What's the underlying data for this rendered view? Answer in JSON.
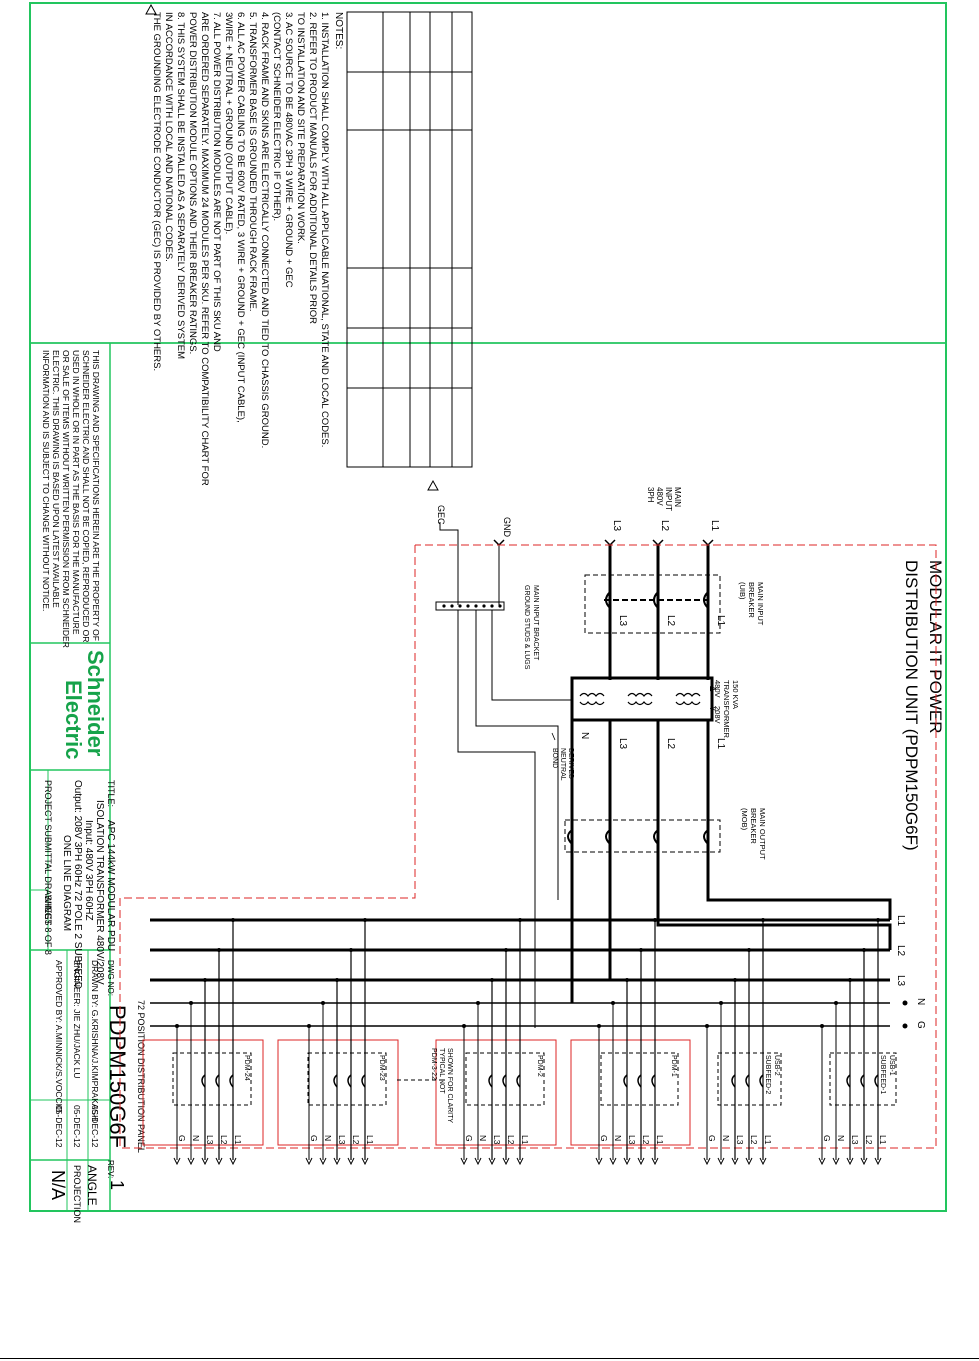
{
  "sheet": {
    "title_main": "MODULAR IT POWER",
    "title_main2": "DISTRIBUTION UNIT (PDPM150G6F)",
    "border_color": "#22c55e",
    "dashed_color": "#dc2626"
  },
  "notes": {
    "heading": "NOTES:",
    "lines": [
      "1.  INSTALLATION SHALL COMPLY WITH ALL APPLICABLE NATIONAL, STATE AND LOCAL CODES.",
      "2.  REFER TO PRODUCT MANUALS FOR ADDITIONAL DETAILS PRIOR",
      "     TO INSTALLATION AND SITE PREPARATION WORK.",
      "3.  AC SOURCE TO BE 480VAC 3PH 3 WIRE + GROUND + GEC",
      "     (CONTACT SCHNEIDER ELECTRIC IF OTHER).",
      "4.  RACK FRAME AND SKINS ARE ELECTRICALLY CONNECTED AND TIED TO CHASSIS GROUND.",
      "5.  TRANSFORMER BASE IS GROUNDED THROUGH RACK FRAME.",
      "6.  ALL AC POWER CABLING TO BE 600V RATED, 3 WIRE + GROUND + GEC (INPUT CABLE),",
      "     3WIRE + NEUTRAL + GROUND (OUTPUT CABLE).",
      "7.  ALL POWER DISTRIBUTION MODULES ARE NOT PART OF THIS SKU AND",
      "     ARE ORDERED SEPARATELY. MAXIMUM 24 MODULES PER SKU. REFER TO COMPATIBILITY CHART FOR",
      "     POWER DISTRIBUTION MODULE OPTIONS AND THEIR BREAKER RATINGS.",
      "8.  THIS SYSTEM SHALL BE INSTALLED AS A SEPARATELY DERIVED SYSTEM",
      "     IN ACCORDANCE WITH LOCAL AND NATIONAL CODES.",
      "     THE GROUNDING ELECTRODE CONDUCTOR (GEC) IS PROVIDED BY OTHERS."
    ]
  },
  "disclaimer": [
    "THIS DRAWING AND SPECIFICATIONS HEREIN ARE THE PROPERTY OF",
    "SCHNEIDER ELECTRIC AND SHALL NOT BE COPIED, REPRODUCED OR",
    "USED IN WHOLE OR IN PART AS THE BASIS FOR THE MANUFACTURE",
    "OR SALE OF ITEMS WITHOUT WRITTEN PERMISSION FROM SCHNEIDER",
    "ELECTRIC. THIS DRAWING IS BASED UPON LATEST AVAILABLE",
    "INFORMATION AND IS SUBJECT TO CHANGE WITHOUT NOTICE."
  ],
  "logo": {
    "line1": "Schneider",
    "line2": "Electric"
  },
  "title_block": {
    "title_label": "TITLE:",
    "title_lines": [
      "APC 144kW MODULAR PDU",
      "ISOLATION TRANSFORMER 480V/208V",
      "Input: 480V 3PH 60HZ",
      "Output: 208V 3PH 60Hz 72 POLE 2 SUBFEED",
      "ONE LINE DIAGRAM"
    ],
    "project": "PROJECT SUBMITTAL DRAWINGS",
    "sheet": "SHEET 8 OF 8",
    "dwg_label": "DWG NO:",
    "dwg_no": "PDPM150G6F",
    "rev_label": "REV:",
    "rev": "1",
    "drawn": "DRAWN BY: G.KRISHNA/J.KIMPRAKASH",
    "drawn_date": "05-DEC-12",
    "engineer": "ENGINEER:   JIE ZHU/JACK LU",
    "engineer_date": "05-DEC-12",
    "approved": "APPROVED BY: A.MINNICK/S.VOCCIO",
    "approved_date": "05-DEC-12",
    "angle": "ANGLE",
    "projection": "PROJECTION",
    "na": "N/A"
  },
  "diagram": {
    "main_input": [
      "MAIN",
      "INPUT",
      "480V",
      "3PH"
    ],
    "inputs": [
      "L1",
      "L2",
      "L3"
    ],
    "gnd": "GND",
    "gec": "GEC",
    "uib": [
      "MAIN INPUT",
      "BREAKER",
      "(UIB)"
    ],
    "uib_out": [
      "L1",
      "L2",
      "L3"
    ],
    "ground_bracket": [
      "MAIN INPUT BRACKET",
      "GROUND STUDS & LUGS"
    ],
    "transformer": [
      "150 KVA",
      "TRANSFORMER",
      "480V",
      "208V"
    ],
    "xfmr_delta": "Δ",
    "xfmr_wye": "Y",
    "xfmr_out": [
      "L1",
      "L2",
      "L3",
      "N"
    ],
    "neutral_bond": [
      "DERIVED",
      "NEUTRAL",
      "BOND"
    ],
    "mob": [
      "MAIN OUTPUT",
      "BREAKER",
      "(MOB)"
    ],
    "panel_label": "72 POSITION DISTRIBUTION PANEL",
    "bus_labels": [
      "L1",
      "L2",
      "L3",
      "N",
      "G"
    ],
    "modules": [
      {
        "label": [
          "USB-1",
          "SUBFEED-1"
        ]
      },
      {
        "label": [
          "USB-2",
          "SUBFEED-2"
        ]
      },
      {
        "label": [
          "PDM-1"
        ]
      },
      {
        "label": [
          "PDM-2"
        ]
      },
      {
        "label": [
          "PDM-23"
        ]
      },
      {
        "label": [
          "PDM-24"
        ]
      }
    ],
    "pdm_note": [
      "PDM-3-22",
      "TYPICAL NOT",
      "SHOWN FOR CLARITY"
    ],
    "out_labels": [
      "L1",
      "L2",
      "L3",
      "N",
      "G"
    ]
  }
}
